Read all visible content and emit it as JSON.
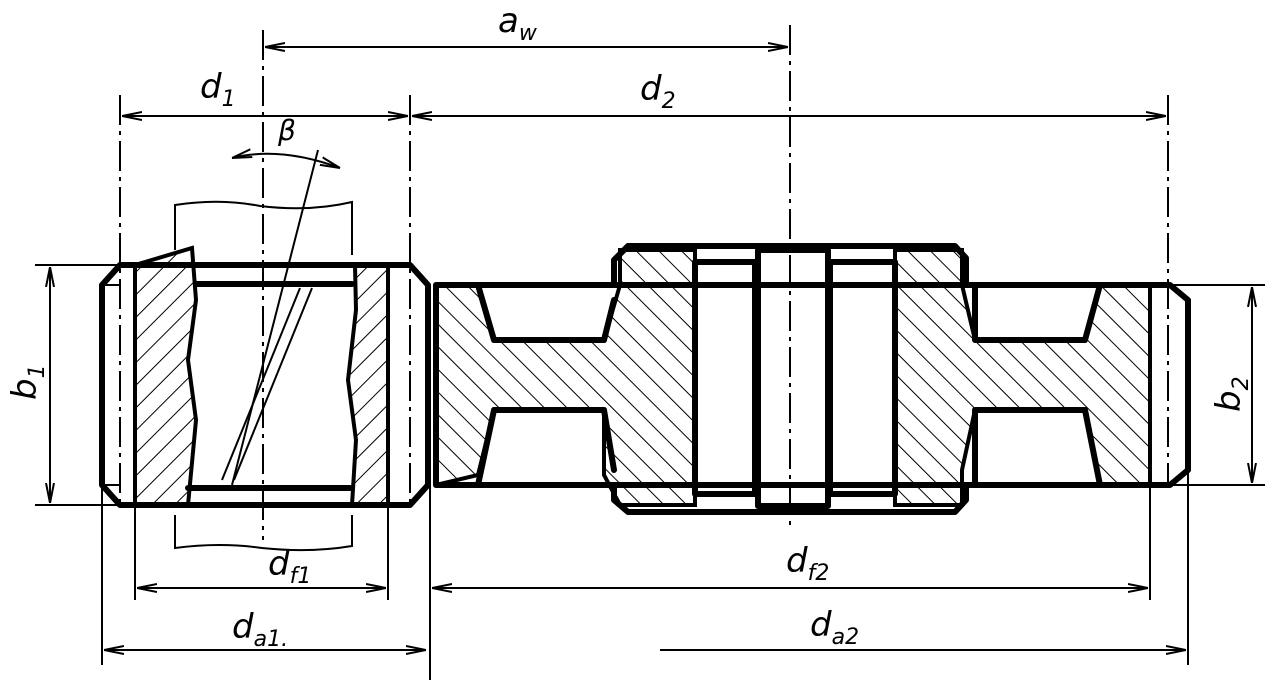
{
  "labels": {
    "aw": {
      "main": "a",
      "sub": "w"
    },
    "d1": {
      "main": "d",
      "sub": "1"
    },
    "d2": {
      "main": "d",
      "sub": "2"
    },
    "beta": "β",
    "b1": {
      "main": "b",
      "sub": "1"
    },
    "b2": {
      "main": "b",
      "sub": "2"
    },
    "df1": {
      "main": "d",
      "sub": "f1"
    },
    "df2": {
      "main": "d",
      "sub": "f2"
    },
    "da1": {
      "main": "d",
      "sub": "a1."
    },
    "da2": {
      "main": "d",
      "sub": "a2"
    }
  }
}
